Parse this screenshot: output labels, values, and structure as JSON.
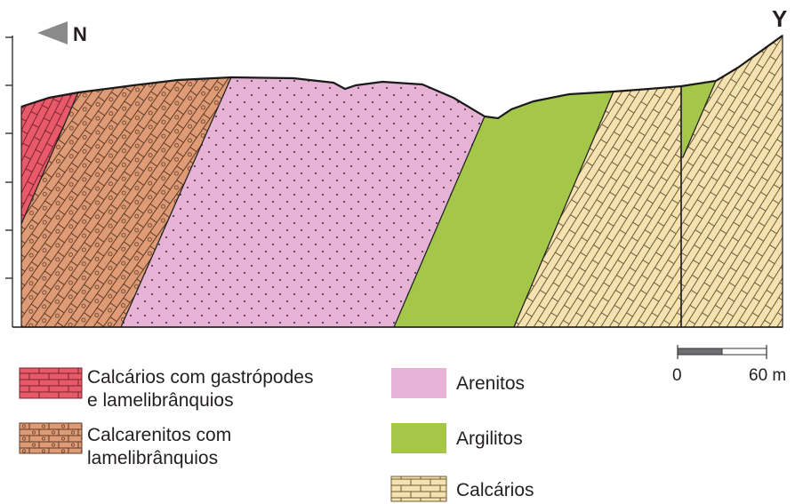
{
  "header": {
    "north_label": "N",
    "profile_end_label": "Y"
  },
  "scale": {
    "start": "0",
    "end": "60 m"
  },
  "legend": [
    {
      "id": "calcarios-gastropodes",
      "lines": [
        "Calcários com gastrópodes",
        "e lamelibrânquios"
      ],
      "color": "#e8596a",
      "pattern": "brick"
    },
    {
      "id": "calcarenitos",
      "lines": [
        "Calcarenitos com",
        "lamelibrânquios"
      ],
      "color": "#df9b76",
      "pattern": "brick-circles"
    },
    {
      "id": "arenitos",
      "lines": [
        "Arenitos"
      ],
      "color": "#e6b2d5",
      "pattern": "dots"
    },
    {
      "id": "argilitos",
      "lines": [
        "Argilitos"
      ],
      "color": "#a4c74a",
      "pattern": "none"
    },
    {
      "id": "calcarios",
      "lines": [
        "Calcários"
      ],
      "color": "#f5e2b0",
      "pattern": "brick"
    }
  ]
}
